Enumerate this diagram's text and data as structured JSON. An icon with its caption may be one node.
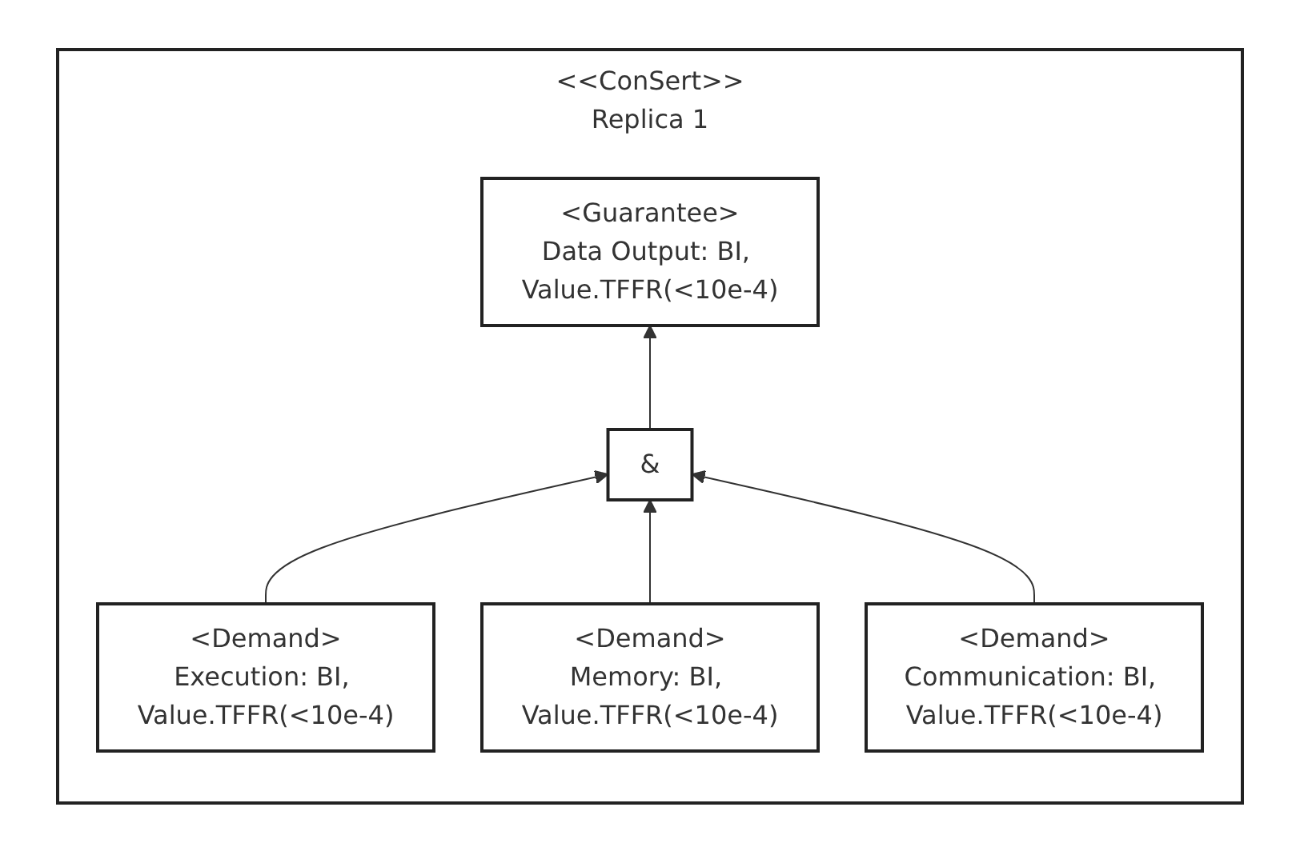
{
  "diagram": {
    "nodes": [
      {
        "text": [
          "<<ConSert>>",
          "Replica 1"
        ]
      },
      {
        "text": [
          "<Guarantee>",
          "Data Output: BI, Value.TFFR(<10e-4)"
        ],
        "in": 0
      },
      {
        "text": [
          "&"
        ],
        "in": 0
      },
      {
        "text": [
          "<Demand>",
          "Execution: BI, Value.TFFR(<10e-4)"
        ],
        "in": 0
      },
      {
        "text": [
          "<Demand>",
          "Memory: BI, Value.TFFR(<10e-4)"
        ],
        "in": 0
      },
      {
        "text": [
          "<Demand>",
          "Communication: BI, Value.TFFR(<10e-4)"
        ],
        "in": 0
      }
    ],
    "edges": [
      {
        "from": 2,
        "to": 1,
        "arrow": "to"
      },
      {
        "from": 3,
        "to": 2,
        "arrow": "to"
      },
      {
        "from": 4,
        "to": 2,
        "arrow": "to"
      },
      {
        "from": 5,
        "to": 2,
        "arrow": "to"
      }
    ]
  }
}
